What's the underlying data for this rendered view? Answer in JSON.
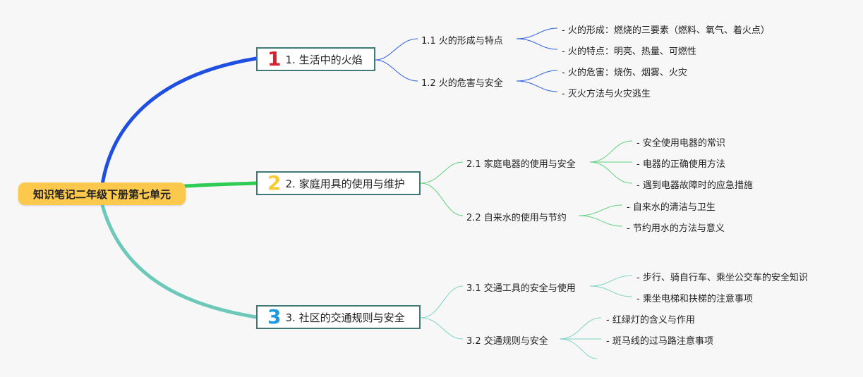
{
  "root": {
    "label": "知识笔记二年级下册第七单元"
  },
  "branches": [
    {
      "number": "1",
      "label": "1. 生活中的火焰",
      "color": "#1f4fe0",
      "number_color": "#d6232f",
      "subs": [
        {
          "label": "1.1 火的形成与特点",
          "leaves": [
            "- 火的形成：燃烧的三要素（燃料、氧气、着火点）",
            "- 火的特点：明亮、热量、可燃性"
          ]
        },
        {
          "label": "1.2 火的危害与安全",
          "leaves": [
            "- 火的危害：烧伤、烟雾、火灾",
            "- 灭火方法与火灾逃生"
          ]
        }
      ]
    },
    {
      "number": "2",
      "label": "2. 家庭用具的使用与维护",
      "color": "#2ecc55",
      "number_color": "#f5cb34",
      "subs": [
        {
          "label": "2.1 家庭电器的使用与安全",
          "leaves": [
            "- 安全使用电器的常识",
            "- 电器的正确使用方法",
            "- 遇到电器故障时的应急措施"
          ]
        },
        {
          "label": "2.2 自来水的使用与节约",
          "leaves": [
            "- 自来水的清洁与卫生",
            "- 节约用水的方法与意义"
          ]
        }
      ]
    },
    {
      "number": "3",
      "label": "3. 社区的交通规则与安全",
      "color": "#6cc9b9",
      "number_color": "#1a9ae0",
      "subs": [
        {
          "label": "3.1 交通工具的安全与使用",
          "leaves": [
            "- 步行、骑自行车、乘坐公交车的安全知识",
            "- 乘坐电梯和扶梯的注意事项"
          ]
        },
        {
          "label": "3.2 交通规则与安全",
          "leaves": [
            "- 红绿灯的含义与作用",
            "- 斑马线的过马路注意事项"
          ]
        }
      ]
    }
  ]
}
